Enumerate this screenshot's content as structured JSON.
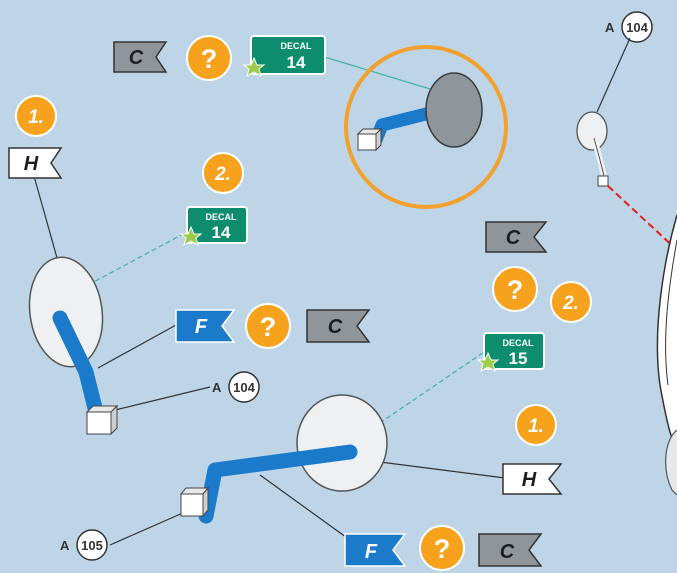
{
  "colors": {
    "background": "#bed5e8",
    "part_blue": "#1b7ac9",
    "flag_gray": "#8e959b",
    "badge_orange": "#f6a21c",
    "decal_green": "#0e8c6e",
    "highlight_ring": "#f2a02e",
    "guide_red": "#e02020"
  },
  "icons": {
    "help": "question-mark-badge",
    "step": "step-number-badge",
    "decal": "decal-sticker",
    "flag": "finish-flag"
  },
  "detail_view": {
    "flag_letter": "C",
    "help_symbol": "?",
    "decal_label": "DECAL",
    "decal_number": "14"
  },
  "left_part": {
    "step1_label": "1.",
    "flag_top_letter": "H",
    "step2_label": "2.",
    "decal_label": "DECAL",
    "decal_number": "14",
    "flag_front_letter": "F",
    "help_symbol": "?",
    "flag_back_letter": "C",
    "ref_letter": "A",
    "ref_number": "104"
  },
  "right_part": {
    "flag_top_letter": "C",
    "help_symbol": "?",
    "step2_label": "2.",
    "decal_label": "DECAL",
    "decal_number": "15",
    "step1_label": "1.",
    "flag_side_letter": "H",
    "flag_front_letter": "F",
    "help_symbol_bottom": "?",
    "flag_back_letter": "C",
    "ref_letter": "A",
    "ref_number": "105"
  },
  "assembly": {
    "ref_letter": "A",
    "ref_number": "104"
  }
}
